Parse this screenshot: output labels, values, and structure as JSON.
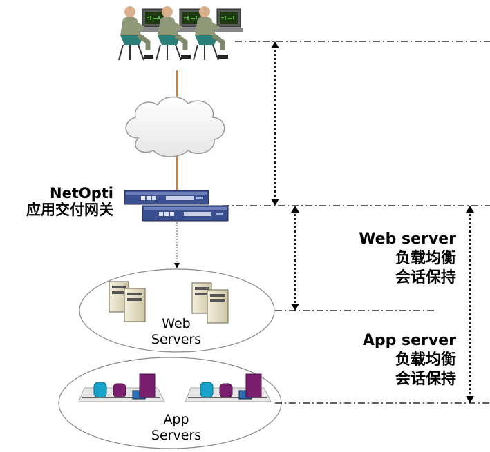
{
  "gateway": {
    "name": "NetOpti",
    "desc": "应用交付网关"
  },
  "web_side": {
    "line1": "Web server",
    "line2": "负载均衡",
    "line3": "会话保持"
  },
  "app_side": {
    "line1": "App server",
    "line2": "负载均衡",
    "line3": "会话保持"
  },
  "web_cluster": {
    "line1": "Web",
    "line2": "Servers"
  },
  "app_cluster": {
    "line1": "App",
    "line2": "Servers"
  },
  "colors": {
    "link_orange": "#e87722",
    "gateway_blue": "#3a4f8f",
    "server_tan": "#e8e0c8",
    "db_cyan": "#1aa3c8",
    "db_purple": "#7a1f6e"
  }
}
